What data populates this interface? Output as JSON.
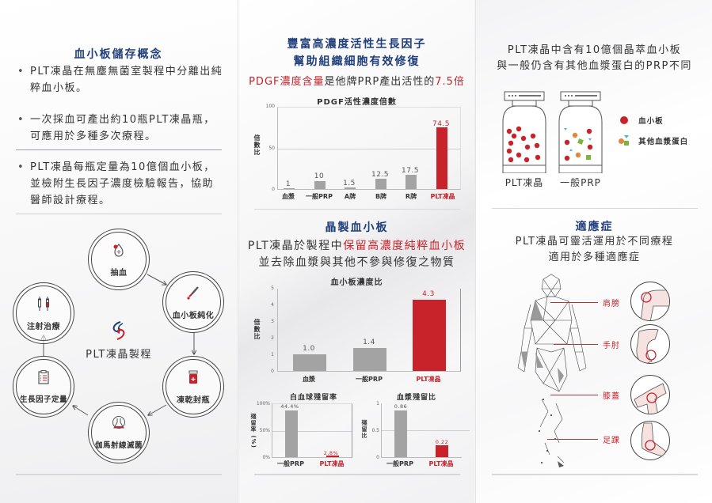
{
  "panel_left": {
    "title": "血小板儲存概念",
    "bullets": [
      "PLT凍晶在無塵無菌室製程中分離出純粹血小板。",
      "一次採血可產出約10瓶PLT凍晶瓶，可應用於多種多次療程。",
      "PLT凍晶每瓶定量為10億個血小板，並檢附生長因子濃度檢驗報告，協助醫師設計療程。"
    ],
    "process": {
      "center_title": "PLT凍晶製程",
      "steps": [
        "抽血",
        "血小板純化",
        "凍乾封瓶",
        "伽馬射線滅菌",
        "生長因子定量",
        "注射治療"
      ],
      "icons": [
        "blood-drop-icon",
        "dropper-icon",
        "sealed-bottle-icon",
        "gamma-flask-icon",
        "clipboard-icon",
        "syringe-icon"
      ]
    }
  },
  "panel_middle": {
    "title_line1": "豐富高濃度活性生長因子",
    "title_line2": "幫助組織細胞有效修復",
    "highlight_red": "PDGF濃度含量",
    "highlight_black": "是他牌PRP產出活性的",
    "highlight_value": "7.5倍",
    "section2_title": "晶製血小板",
    "section2_line1_black": "PLT凍晶於製程中",
    "section2_line1_red": "保留高濃度純粹血小板",
    "section2_line2": "並去除血漿與其他不參與修復之物質"
  },
  "panel_right": {
    "intro_line1": "PLT凍晶中含有10億個晶萃血小板",
    "intro_line2": "與一般仍含有其他血漿蛋白的PRP不同",
    "bottle_labels": [
      "PLT凍晶",
      "一般PRP"
    ],
    "legend": [
      "血小板",
      "其他血漿蛋白"
    ],
    "indications_title": "適應症",
    "indications_line1": "PLT凍晶可靈活運用於不同療程",
    "indications_line2": "適用於多種適應症",
    "body_parts": [
      "肩膀",
      "手肘",
      "膝蓋",
      "足踝"
    ]
  },
  "colors": {
    "navy": "#1f3e7a",
    "red": "#c8232b",
    "gray_bar": "#a3a3a3",
    "platelet": "#c8232b",
    "orange": "#e8853d",
    "green": "#7cb342",
    "cyan": "#4fb3d9"
  },
  "chart_data": [
    {
      "type": "bar",
      "title": "PDGF活性濃度倍數",
      "categories": [
        "血漿",
        "一般PRP",
        "A牌",
        "B牌",
        "R牌",
        "PLT凍晶"
      ],
      "values": [
        1,
        10,
        1.5,
        12.5,
        17.5,
        74.5
      ],
      "value_labels": [
        "1",
        "10",
        "1.5",
        "12.5",
        "17.5",
        "74.5"
      ],
      "ylabel": "倍數比",
      "xlabel": "",
      "yticks": [
        "100",
        "50",
        "0"
      ],
      "ylim": [
        0,
        100
      ],
      "grid": true,
      "highlight": "PLT凍晶"
    },
    {
      "type": "bar",
      "title": "血小板濃度比",
      "categories": [
        "血漿",
        "一般PRP",
        "PLT凍晶"
      ],
      "values": [
        1.0,
        1.4,
        4.3
      ],
      "value_labels": [
        "1.0",
        "1.4",
        "4.3"
      ],
      "ylabel": "倍數比",
      "xlabel": "",
      "yticks": [
        "5",
        "4",
        "3",
        "2",
        "1",
        "0"
      ],
      "ylim": [
        0,
        5
      ],
      "grid": false,
      "highlight": "PLT凍晶"
    },
    {
      "type": "bar",
      "title": "白血球殘留率",
      "categories": [
        "一般PRP",
        "PLT凍晶"
      ],
      "values": [
        44.4,
        2.8
      ],
      "value_labels": [
        "44.4%",
        "2.8%"
      ],
      "ylabel": "殘留率 (%)",
      "xlabel": "",
      "yticks": [
        "100%",
        "50%",
        "0%"
      ],
      "ylim": [
        0,
        100
      ],
      "grid": true,
      "highlight": "PLT凍晶"
    },
    {
      "type": "bar",
      "title": "血漿殘留比",
      "categories": [
        "一般PRP",
        "PLT凍晶"
      ],
      "values": [
        0.86,
        0.22
      ],
      "value_labels": [
        "0.86",
        "0.22"
      ],
      "ylabel": "殘留比",
      "xlabel": "",
      "yticks": [
        "1",
        "0.5",
        "0"
      ],
      "ylim": [
        0,
        1
      ],
      "grid": true,
      "highlight": "PLT凍晶"
    }
  ]
}
